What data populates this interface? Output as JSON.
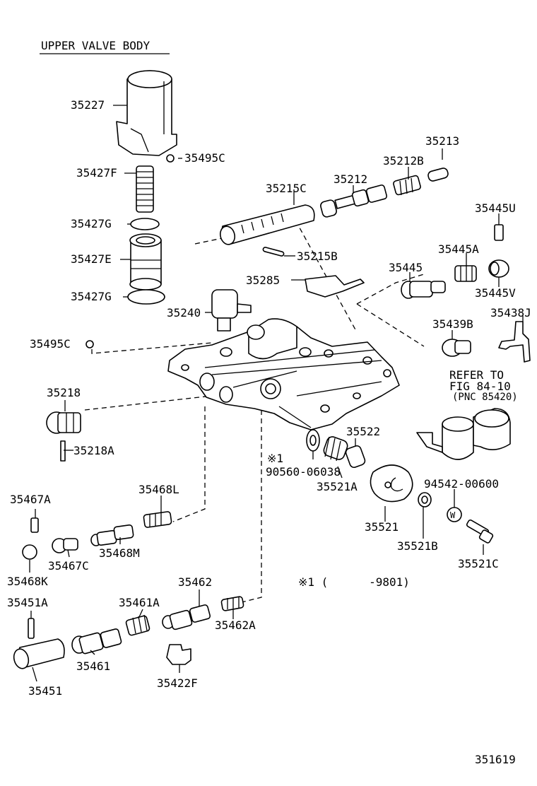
{
  "title": "UPPER VALVE BODY",
  "figure_number": "351619",
  "refer_note": {
    "line1": "REFER TO",
    "line2": "FIG 84-10",
    "line3": "(PNC 85420)"
  },
  "footnote": {
    "mark": "※1",
    "range": "※1 (      -9801)",
    "part_number": "90560-06038"
  },
  "parts": [
    {
      "id": "35227",
      "label": "35227"
    },
    {
      "id": "35495C_top",
      "label": "35495C"
    },
    {
      "id": "35427F",
      "label": "35427F"
    },
    {
      "id": "35427G_a",
      "label": "35427G"
    },
    {
      "id": "35427E",
      "label": "35427E"
    },
    {
      "id": "35427G_b",
      "label": "35427G"
    },
    {
      "id": "35240",
      "label": "35240"
    },
    {
      "id": "35495C_left",
      "label": "35495C"
    },
    {
      "id": "35218",
      "label": "35218"
    },
    {
      "id": "35218A",
      "label": "35218A"
    },
    {
      "id": "35213",
      "label": "35213"
    },
    {
      "id": "35212B",
      "label": "35212B"
    },
    {
      "id": "35212",
      "label": "35212"
    },
    {
      "id": "35215C",
      "label": "35215C"
    },
    {
      "id": "35215B",
      "label": "35215B"
    },
    {
      "id": "35285",
      "label": "35285"
    },
    {
      "id": "35445U",
      "label": "35445U"
    },
    {
      "id": "35445A",
      "label": "35445A"
    },
    {
      "id": "35445",
      "label": "35445"
    },
    {
      "id": "35445V",
      "label": "35445V"
    },
    {
      "id": "35439B",
      "label": "35439B"
    },
    {
      "id": "35438J",
      "label": "35438J"
    },
    {
      "id": "35522",
      "label": "35522"
    },
    {
      "id": "35521A",
      "label": "35521A"
    },
    {
      "id": "35521",
      "label": "35521"
    },
    {
      "id": "35521B",
      "label": "35521B"
    },
    {
      "id": "35521C",
      "label": "35521C"
    },
    {
      "id": "94542-00600",
      "label": "94542-00600"
    },
    {
      "id": "35467A",
      "label": "35467A"
    },
    {
      "id": "35468L",
      "label": "35468L"
    },
    {
      "id": "35468M",
      "label": "35468M"
    },
    {
      "id": "35467C",
      "label": "35467C"
    },
    {
      "id": "35468K",
      "label": "35468K"
    },
    {
      "id": "35451A",
      "label": "35451A"
    },
    {
      "id": "35461A",
      "label": "35461A"
    },
    {
      "id": "35462",
      "label": "35462"
    },
    {
      "id": "35462A",
      "label": "35462A"
    },
    {
      "id": "35461",
      "label": "35461"
    },
    {
      "id": "35451",
      "label": "35451"
    },
    {
      "id": "35422F",
      "label": "35422F"
    }
  ]
}
